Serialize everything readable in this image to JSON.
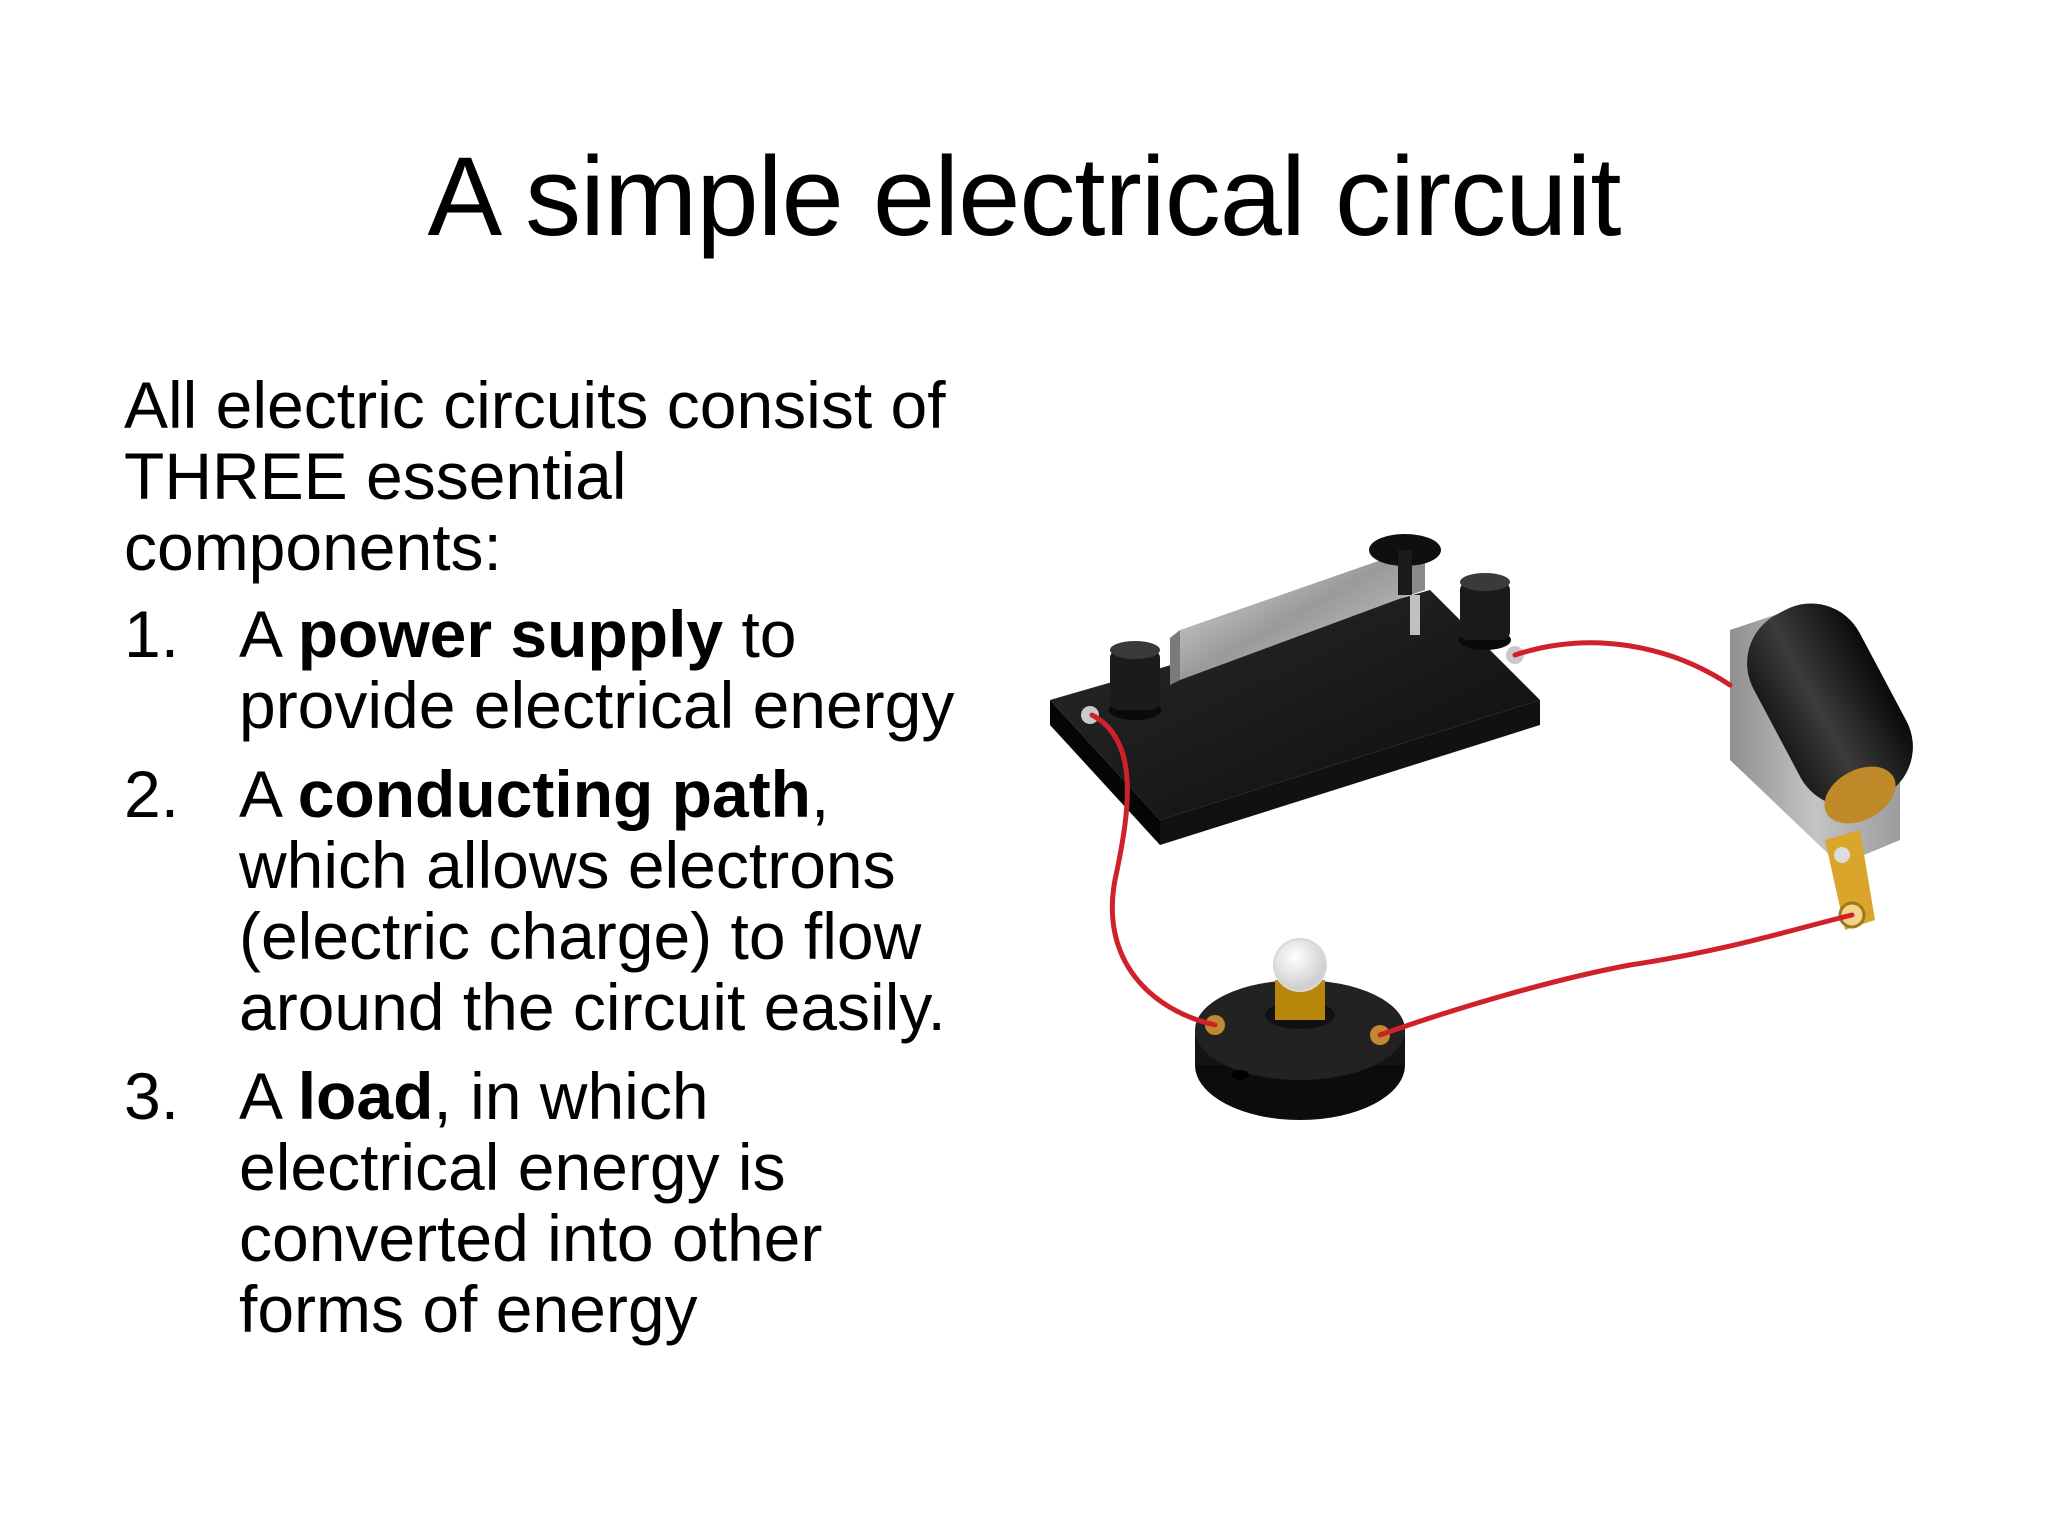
{
  "slide": {
    "title": "A simple electrical circuit",
    "intro_lines": [
      "All electric circuits consist of",
      "THREE essential",
      "components:"
    ],
    "items": [
      {
        "number": "1.",
        "prefix": "A ",
        "bold": "power supply",
        "rest_first_line": " to",
        "more_lines": [
          "provide electrical energy"
        ]
      },
      {
        "number": "2.",
        "prefix": "A ",
        "bold": "conducting path",
        "rest_first_line": ",",
        "more_lines": [
          "which allows electrons",
          "(electric charge) to flow",
          "around the circuit easily."
        ]
      },
      {
        "number": "3.",
        "prefix": "A ",
        "bold": "load",
        "rest_first_line": ", in which",
        "more_lines": [
          "electrical energy is",
          "converted into other",
          "forms of energy"
        ]
      }
    ]
  },
  "figure": {
    "components": [
      "knife-switch",
      "battery-holder",
      "bulb-holder",
      "red-wire"
    ],
    "colors": {
      "wire": "#d0202a",
      "base": "#151515",
      "metal": "#b9b9b9",
      "brass": "#d9a52b",
      "holder": "#a9a9a9"
    }
  }
}
